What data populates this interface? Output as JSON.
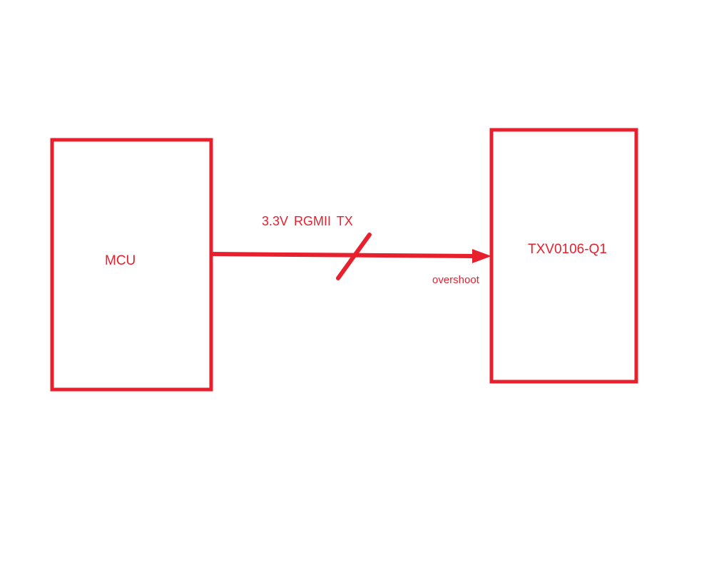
{
  "colors": {
    "accent": "#e8202e",
    "background": "#ffffff"
  },
  "blocks": {
    "mcu": {
      "label": "MCU"
    },
    "txv": {
      "label": "TXV0106-Q1"
    }
  },
  "connection": {
    "bus_label": "3.3V  RGMII TX",
    "note": "overshoot"
  }
}
